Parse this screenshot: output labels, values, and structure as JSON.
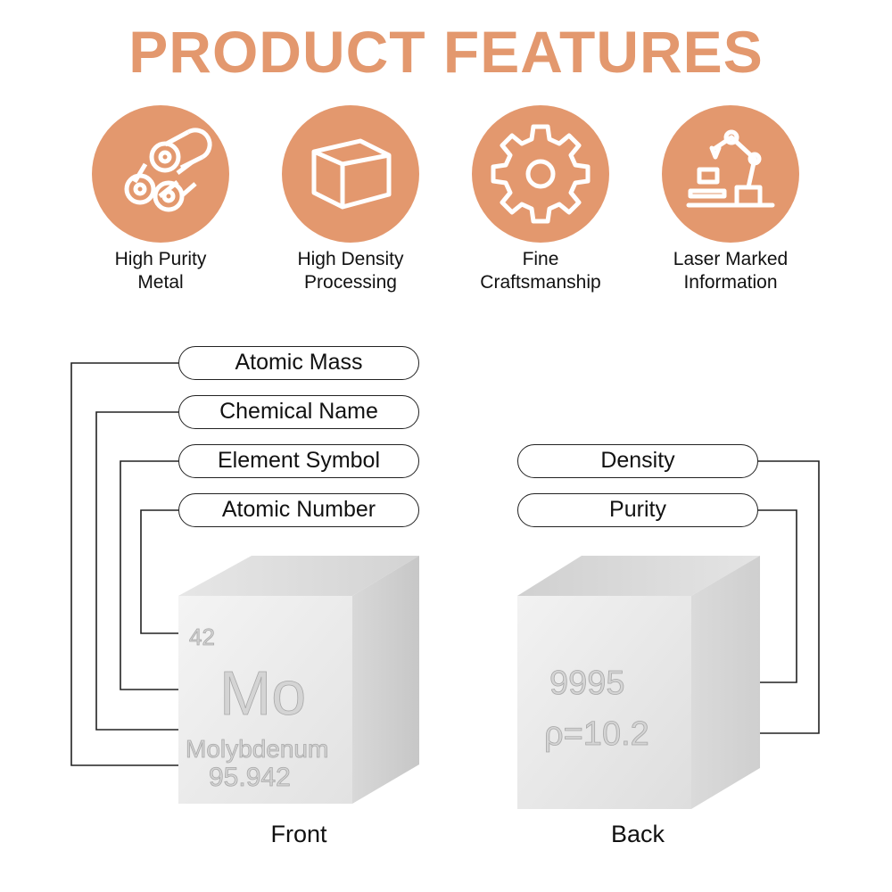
{
  "title": "PRODUCT FEATURES",
  "features": [
    {
      "icon": "metal-rods-icon",
      "line1": "High Purity",
      "line2": "Metal"
    },
    {
      "icon": "cube-icon",
      "line1": "High Density",
      "line2": "Processing"
    },
    {
      "icon": "gear-icon",
      "line1": "Fine",
      "line2": "Craftsmanship"
    },
    {
      "icon": "robot-arm-icon",
      "line1": "Laser Marked",
      "line2": "Information"
    }
  ],
  "front_labels": [
    "Atomic Mass",
    "Chemical Name",
    "Element Symbol",
    "Atomic Number"
  ],
  "back_labels": [
    "Density",
    "Purity"
  ],
  "front_cube": {
    "number": "42",
    "symbol": "Mo",
    "name": "Molybdenum",
    "mass": "95.942"
  },
  "back_cube": {
    "purity": "9995",
    "density": "ρ=10.2"
  },
  "captions": {
    "front": "Front",
    "back": "Back"
  },
  "colors": {
    "accent": "#e3986e",
    "line": "#222222"
  }
}
